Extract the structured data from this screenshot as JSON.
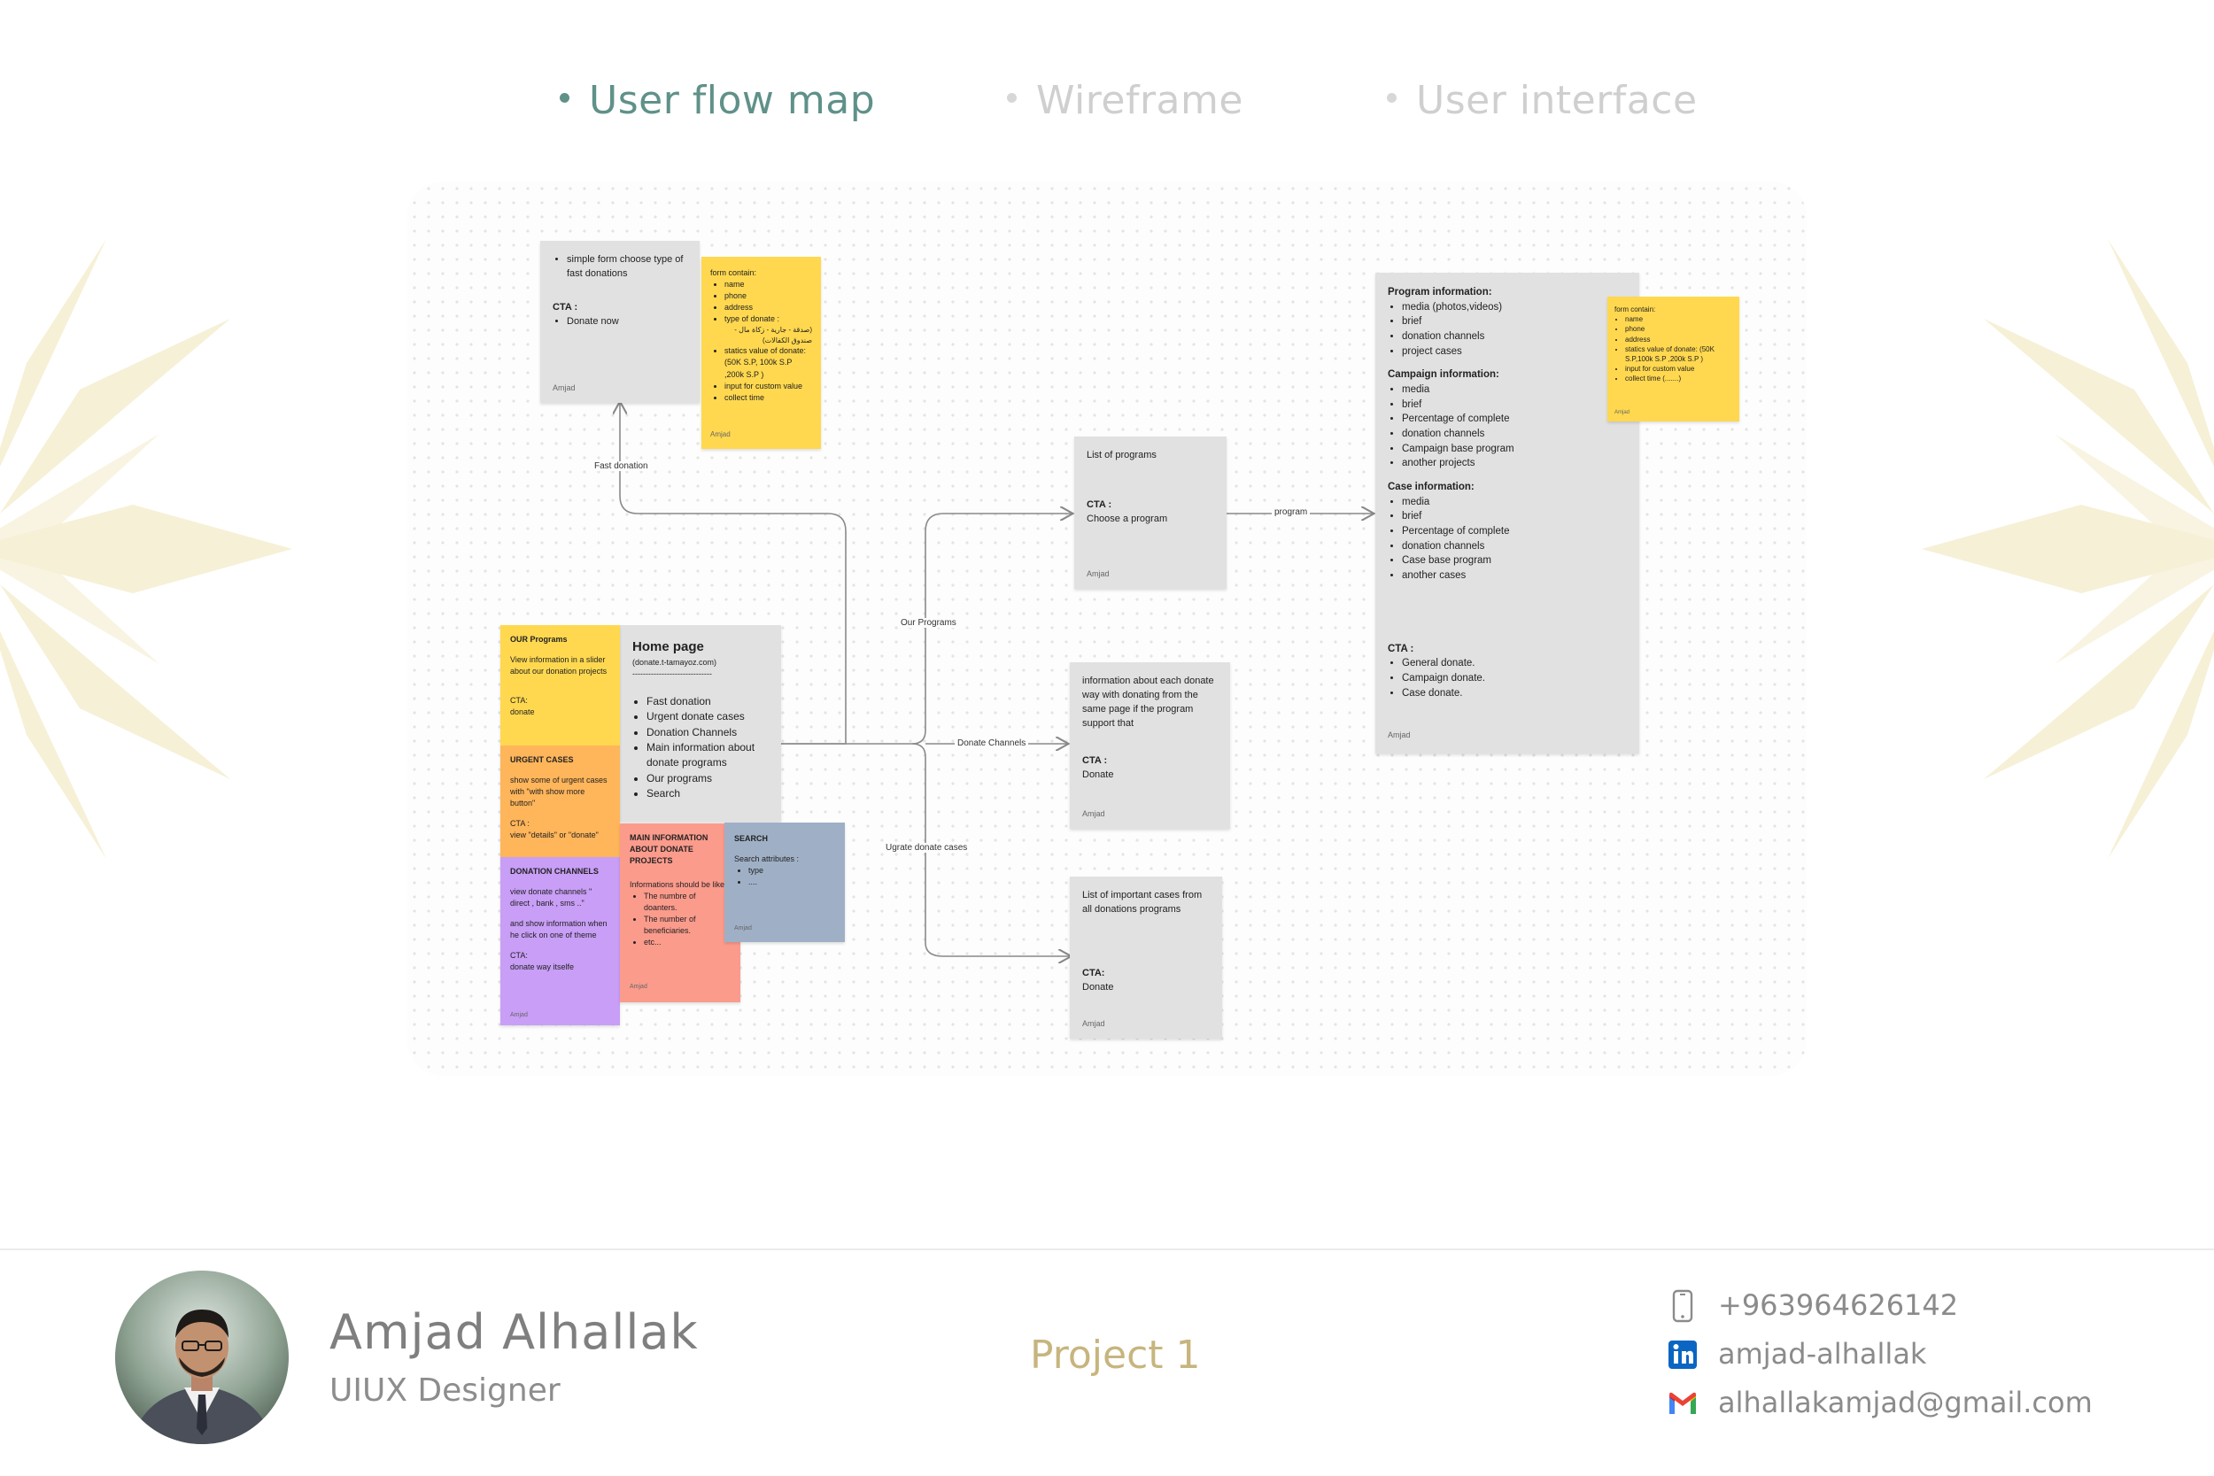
{
  "tabs": [
    {
      "label": "User flow map",
      "active": true
    },
    {
      "label": "Wireframe",
      "active": false
    },
    {
      "label": "User interface",
      "active": false
    }
  ],
  "colors": {
    "accent": "#5f9189",
    "inactive_tab": "#cfcfcf",
    "project_label": "#c7b57e",
    "flower": "#f6f0d6",
    "note_grey": "#e1e1e1",
    "note_yellow": "#ffd84f",
    "note_orange": "#ffb55a",
    "note_purple": "#c89ef6",
    "note_salmon": "#fb9b8c",
    "note_slate": "#9fb0c6"
  },
  "flow": {
    "fast_form": {
      "bullet": "simple form choose type of fast donations",
      "cta_label": "CTA :",
      "cta_items": [
        "Donate now"
      ],
      "author": "Amjad"
    },
    "fast_form_sticky": {
      "title": "form contain:",
      "items": [
        "name",
        "phone",
        "address",
        "type of donate :",
        "(صدقة - جارية - زكاة مال - صندوق الكفالات)",
        "statics value of donate: (50K S.P, 100k S.P ,200k S.P )",
        "input for custom value",
        "collect time"
      ],
      "author": "Amjad"
    },
    "home": {
      "title": "Home page",
      "subtitle": "(donate.t-tamayoz.com)",
      "divider": "------------------------------",
      "items": [
        "Fast donation",
        "Urgent donate cases",
        "Donation Channels",
        "Main information about donate programs",
        "Our programs",
        "Search"
      ]
    },
    "sticky_programs": {
      "title": "OUR Programs",
      "body": "View information in a slider about our donation projects",
      "cta": "CTA:",
      "cta_text": "donate"
    },
    "sticky_urgent": {
      "title": "URGENT CASES",
      "body": "show some of urgent cases with \"with show more button\"",
      "cta": "CTA :",
      "cta_text": "view \"details\" or \"donate\""
    },
    "sticky_channels": {
      "title": "DONATION CHANNELS",
      "body": "view donate channels \" direct , bank , sms ..\"",
      "body2": "and show information when he click on one of theme",
      "cta": "CTA:",
      "cta_text": "donate way itselfe",
      "author": "Amjad"
    },
    "sticky_main_info": {
      "title": "MAIN INFORMATION ABOUT DONATE PROJECTS",
      "body": "Informations should be like :",
      "items": [
        "The numbre of doanters.",
        "The number of beneficiaries.",
        "etc..."
      ],
      "author": "Amjad"
    },
    "sticky_search": {
      "title": "SEARCH",
      "body": "Search attributes :",
      "items": [
        "type",
        "...."
      ],
      "author": "Amjad"
    },
    "list_programs": {
      "title": "List of programs",
      "cta": "CTA :",
      "cta_text": "Choose a program",
      "author": "Amjad"
    },
    "channels_info": {
      "body": "information about each donate way with donating from the same page if the program support that",
      "cta": "CTA :",
      "cta_text": "Donate",
      "author": "Amjad"
    },
    "important_cases": {
      "body": "List of important cases from all donations programs",
      "cta": "CTA:",
      "cta_text": "Donate",
      "author": "Amjad"
    },
    "program_info": {
      "sections": [
        {
          "title": "Program information:",
          "items": [
            "media (photos,videos)",
            "brief",
            "donation channels",
            "project cases"
          ]
        },
        {
          "title": "Campaign information:",
          "items": [
            "media",
            "brief",
            "Percentage of complete",
            "donation channels",
            "Campaign base program",
            "another projects"
          ]
        },
        {
          "title": "Case information:",
          "items": [
            "media",
            "brief",
            "Percentage of complete",
            "donation channels",
            "Case base program",
            "another cases"
          ]
        }
      ],
      "cta": "CTA :",
      "cta_items": [
        "General donate.",
        "Campaign donate.",
        "Case donate."
      ],
      "author": "Amjad"
    },
    "program_sticky": {
      "title": "form contain:",
      "items": [
        "name",
        "phone",
        "address",
        "statics value of donate: (50K S.P,100k S.P ,200k S.P )",
        "input for custom value",
        "collect time (.......)"
      ],
      "author": "Amjad"
    },
    "labels": {
      "fast_donation": "Fast donation",
      "our_programs": "Our Programs",
      "donate_channels": "Donate Channels",
      "urgent_cases": "Ugrate donate cases",
      "program": "program"
    }
  },
  "footer": {
    "name": "Amjad Alhallak",
    "role": "UIUX Designer",
    "project": "Project 1",
    "phone": "+963964626142",
    "linkedin": "amjad-alhallak",
    "email": "alhallakamjad@gmail.com",
    "icons": {
      "phone": "mobile-phone-icon",
      "linkedin": "linkedin-icon",
      "email": "gmail-icon"
    }
  }
}
